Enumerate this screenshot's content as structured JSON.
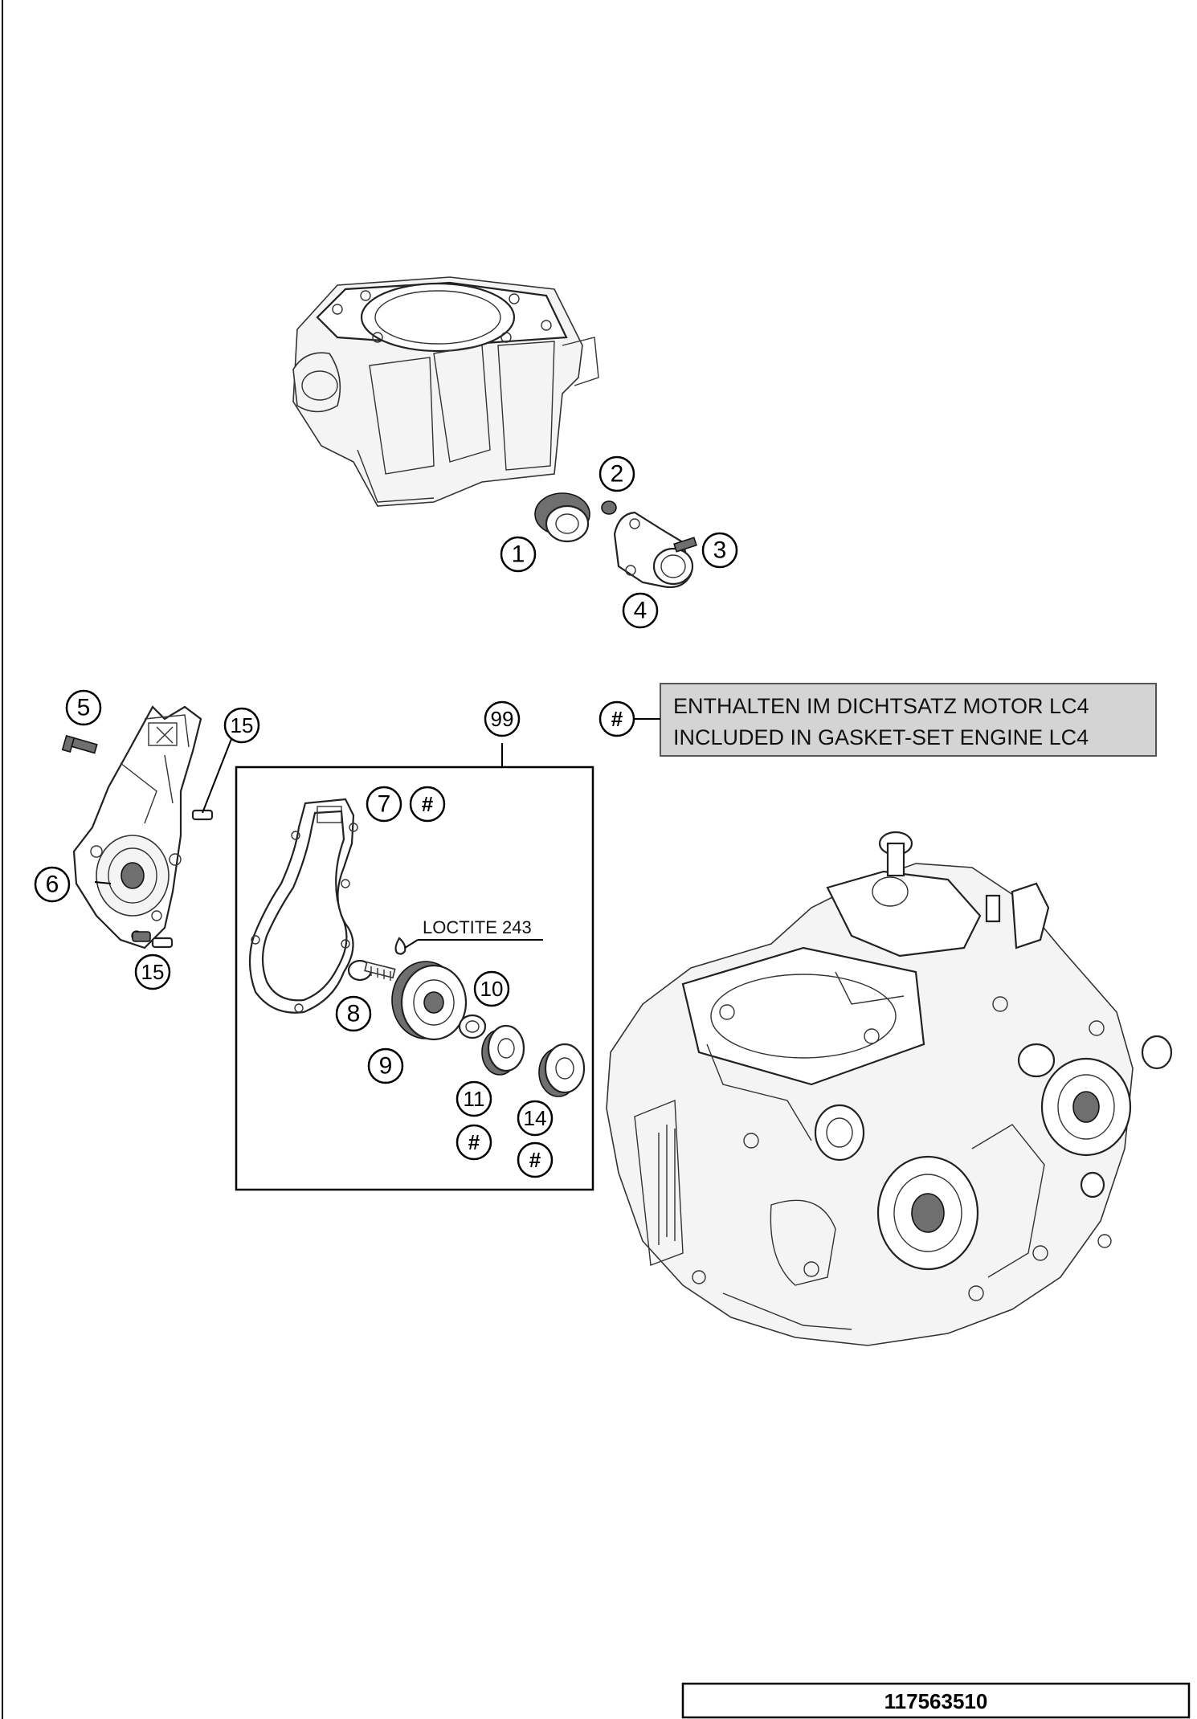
{
  "callouts": {
    "c1": "1",
    "c2": "2",
    "c3": "3",
    "c4": "4",
    "c5": "5",
    "c6": "6",
    "c7": "7",
    "c8": "8",
    "c9": "9",
    "c10": "10",
    "c11": "11",
    "c14": "14",
    "c15a": "15",
    "c15b": "15",
    "c99": "99"
  },
  "hash_symbol": "#",
  "legend": {
    "line1": "ENTHALTEN IM DICHTSATZ MOTOR LC4",
    "line2": "INCLUDED IN GASKET-SET ENGINE LC4"
  },
  "loctite_label": "LOCTITE 243",
  "drawing_number": "117563510",
  "colors": {
    "line": "#000000",
    "legend_box_fill": "#d4d4d4",
    "legend_box_border": "#555555"
  }
}
